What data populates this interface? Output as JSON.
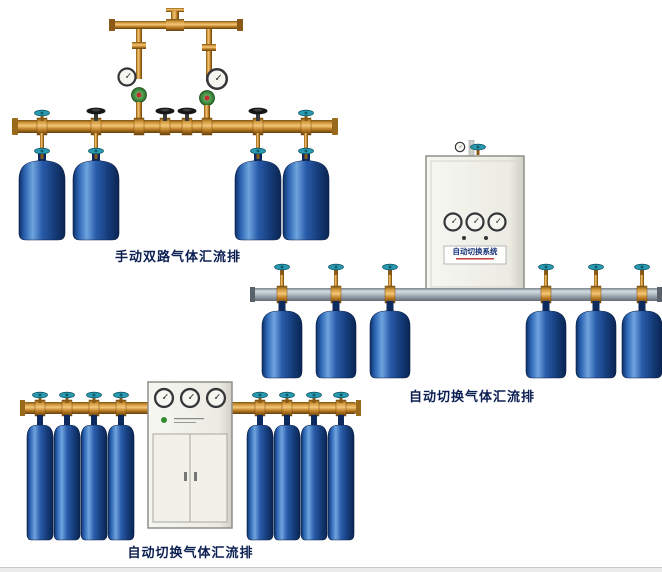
{
  "page": {
    "background": "#ffffff"
  },
  "products": [
    {
      "caption": "手动双路气体汇流排",
      "cylinders": 4
    },
    {
      "caption": "自动切换气体汇流排",
      "cylinders": 6,
      "cabinet_label": "自动切换系统"
    },
    {
      "caption": "自动切换气体汇流排",
      "cylinders": 8
    }
  ],
  "colors": {
    "cylinder_blue": "#1d4f9e",
    "brass": "#c98f38",
    "steel_pipe": "#aab4bc",
    "valve_teal": "#2a9ab2",
    "cabinet": "#efefe8",
    "caption_text": "#0c1f52"
  }
}
